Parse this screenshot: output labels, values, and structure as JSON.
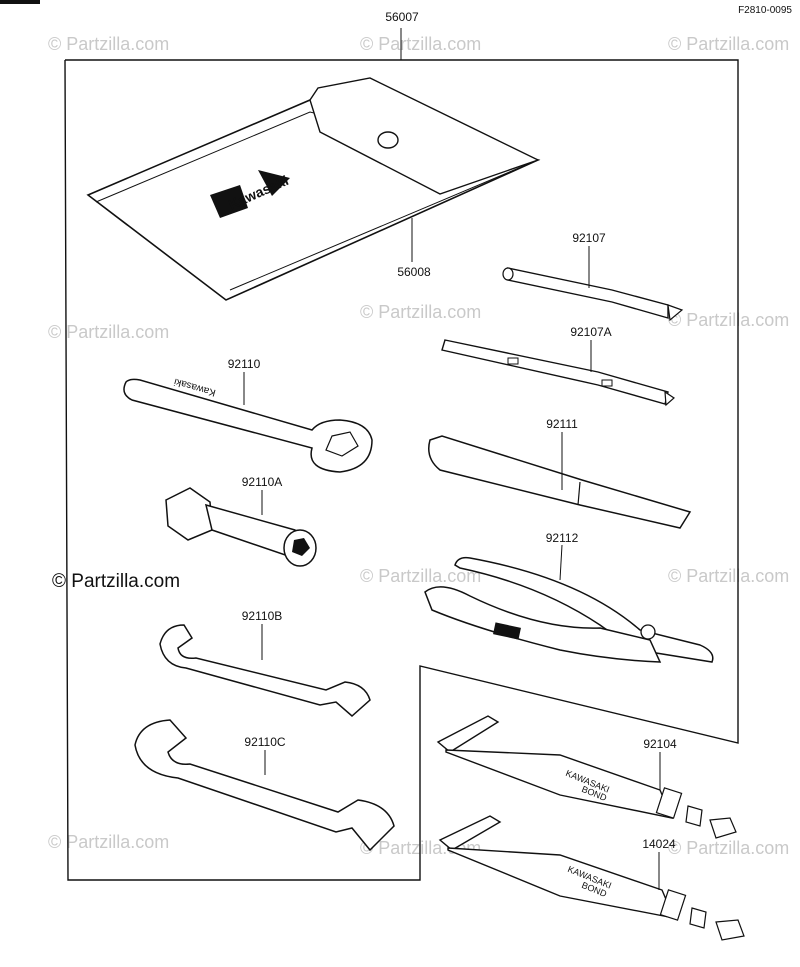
{
  "figure_code": "F2810-0095",
  "watermark": "© Partzilla.com",
  "watermark_main": "© Partzilla.com",
  "parts": {
    "bag": "56007",
    "pouch": "56008",
    "driver": "92107",
    "driver_a": "92107A",
    "wrench": "92110",
    "socket": "92110A",
    "wrench_b": "92110B",
    "wrench_c": "92110C",
    "handle": "92111",
    "pliers": "92112",
    "bond_1": "92104",
    "bond_2": "14024"
  },
  "brand": {
    "pouch_logo_text": "Kawasaki",
    "wrench_text": "Kawasaki",
    "tube_text": [
      "KAWASAKI",
      "BOND"
    ]
  }
}
